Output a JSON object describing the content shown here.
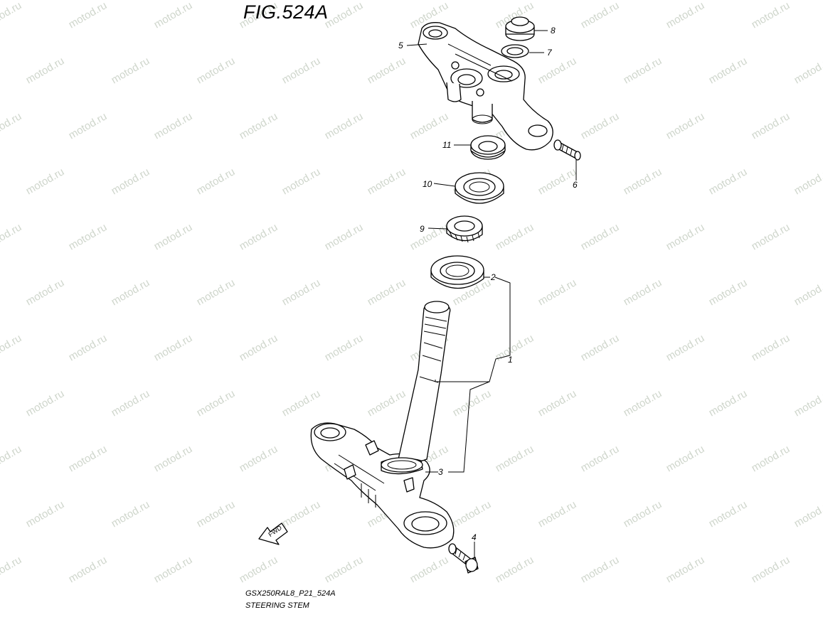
{
  "figure": {
    "title": "FIG.524A",
    "footer_code": "GSX250RAL8_P21_524A",
    "footer_name": "STEERING STEM",
    "direction_label": "FWD",
    "watermark": "motod.ru"
  },
  "callouts": [
    {
      "id": "1",
      "label": "1"
    },
    {
      "id": "2",
      "label": "2"
    },
    {
      "id": "3",
      "label": "3"
    },
    {
      "id": "4",
      "label": "4"
    },
    {
      "id": "5",
      "label": "5"
    },
    {
      "id": "6",
      "label": "6"
    },
    {
      "id": "7",
      "label": "7"
    },
    {
      "id": "8",
      "label": "8"
    },
    {
      "id": "9",
      "label": "9"
    },
    {
      "id": "10",
      "label": "10"
    },
    {
      "id": "11",
      "label": "11"
    }
  ]
}
